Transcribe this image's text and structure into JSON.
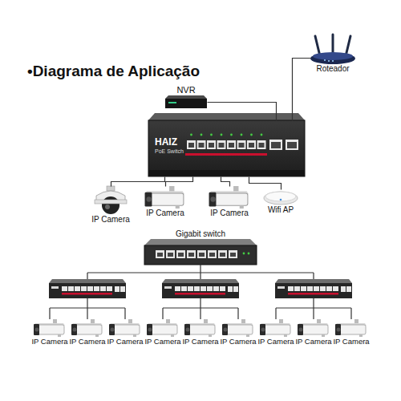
{
  "diagram": {
    "title": "•Diagrama de Aplicação",
    "nodes": [
      {
        "text": [
          "NVR"
        ]
      },
      {
        "text": [
          "Roteador"
        ]
      },
      {
        "text": [
          "HAIZ",
          "PoE Switch"
        ]
      },
      {
        "text": [
          "IP Camera"
        ]
      },
      {
        "text": [
          "IP Camera"
        ]
      },
      {
        "text": [
          "IP Camera"
        ]
      },
      {
        "text": [
          "Wifi AP"
        ]
      },
      {
        "text": [
          "Gigabit switch"
        ]
      },
      {
        "text": [
          "IP Camera"
        ]
      },
      {
        "text": [
          "IP Camera"
        ]
      },
      {
        "text": [
          "IP Camera"
        ]
      },
      {
        "text": [
          "IP Camera"
        ]
      },
      {
        "text": [
          "IP Camera"
        ]
      },
      {
        "text": [
          "IP Camera"
        ]
      },
      {
        "text": [
          "IP Camera"
        ]
      },
      {
        "text": [
          "IP Camera"
        ]
      },
      {
        "text": [
          "IP Camera"
        ]
      }
    ],
    "edges": [
      {
        "from": 0,
        "to": 2,
        "arrow": "none"
      },
      {
        "from": 1,
        "to": 2,
        "arrow": "none"
      },
      {
        "from": 2,
        "to": 3,
        "arrow": "none"
      },
      {
        "from": 2,
        "to": 4,
        "arrow": "none"
      },
      {
        "from": 2,
        "to": 5,
        "arrow": "none"
      },
      {
        "from": 2,
        "to": 6,
        "arrow": "none"
      }
    ]
  }
}
